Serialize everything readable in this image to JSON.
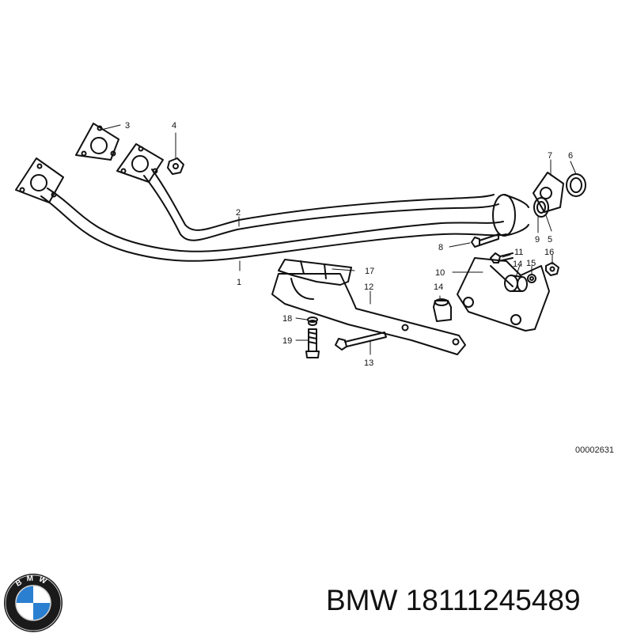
{
  "diagram": {
    "callouts": [
      {
        "id": "1",
        "label": "1"
      },
      {
        "id": "2",
        "label": "2"
      },
      {
        "id": "3",
        "label": "3"
      },
      {
        "id": "4",
        "label": "4"
      },
      {
        "id": "5",
        "label": "5"
      },
      {
        "id": "6",
        "label": "6"
      },
      {
        "id": "7",
        "label": "7"
      },
      {
        "id": "8",
        "label": "8"
      },
      {
        "id": "9",
        "label": "9"
      },
      {
        "id": "10",
        "label": "10"
      },
      {
        "id": "11",
        "label": "11"
      },
      {
        "id": "12",
        "label": "12"
      },
      {
        "id": "13",
        "label": "13"
      },
      {
        "id": "14a",
        "label": "14"
      },
      {
        "id": "14b",
        "label": "14"
      },
      {
        "id": "15",
        "label": "15"
      },
      {
        "id": "16",
        "label": "16"
      },
      {
        "id": "17",
        "label": "17"
      },
      {
        "id": "18",
        "label": "18"
      },
      {
        "id": "19",
        "label": "19"
      }
    ],
    "reference_code": "00002631"
  },
  "logo": {
    "text": "BMW",
    "colors": {
      "ring": "#1a1a1a",
      "blue": "#2a7fd0",
      "white": "#ffffff"
    }
  },
  "footer": {
    "brand": "BMW",
    "part_number": "18111245489"
  }
}
